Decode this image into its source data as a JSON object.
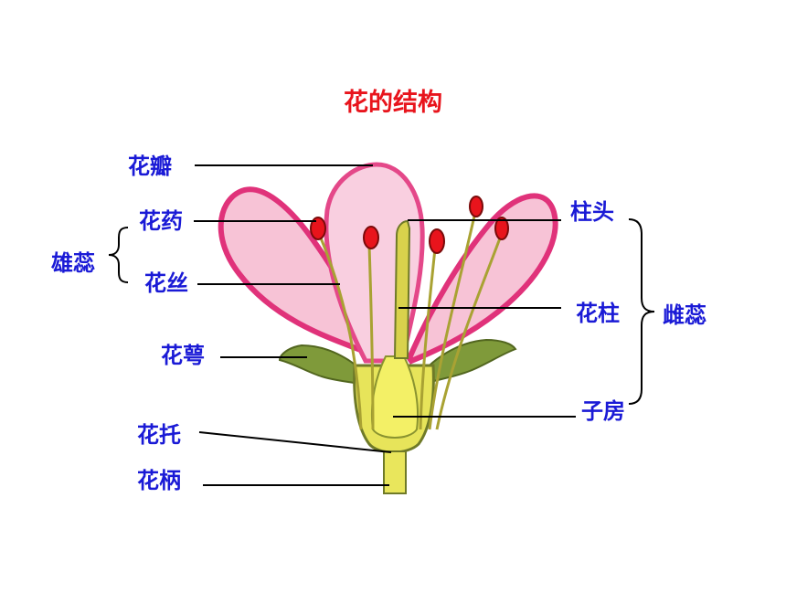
{
  "title": "花的结构",
  "colors": {
    "title": "#e8141c",
    "label": "#1a1ad6",
    "leader": "#000000",
    "petal_fill": "#f7c3d6",
    "petal_edge": "#e0327a",
    "sepal": "#7f9a3a",
    "receptacle": "#e7e45a",
    "ovary": "#f3f066",
    "anther": "#e8141c",
    "filament": "#c9c24a"
  },
  "labels": {
    "petal": "花瓣",
    "anther": "花药",
    "filament": "花丝",
    "sepal": "花萼",
    "receptacle": "花托",
    "pedicel": "花柄",
    "stamen": "雄蕊",
    "stigma": "柱头",
    "style": "花柱",
    "ovary": "子房",
    "pistil": "雌蕊"
  }
}
